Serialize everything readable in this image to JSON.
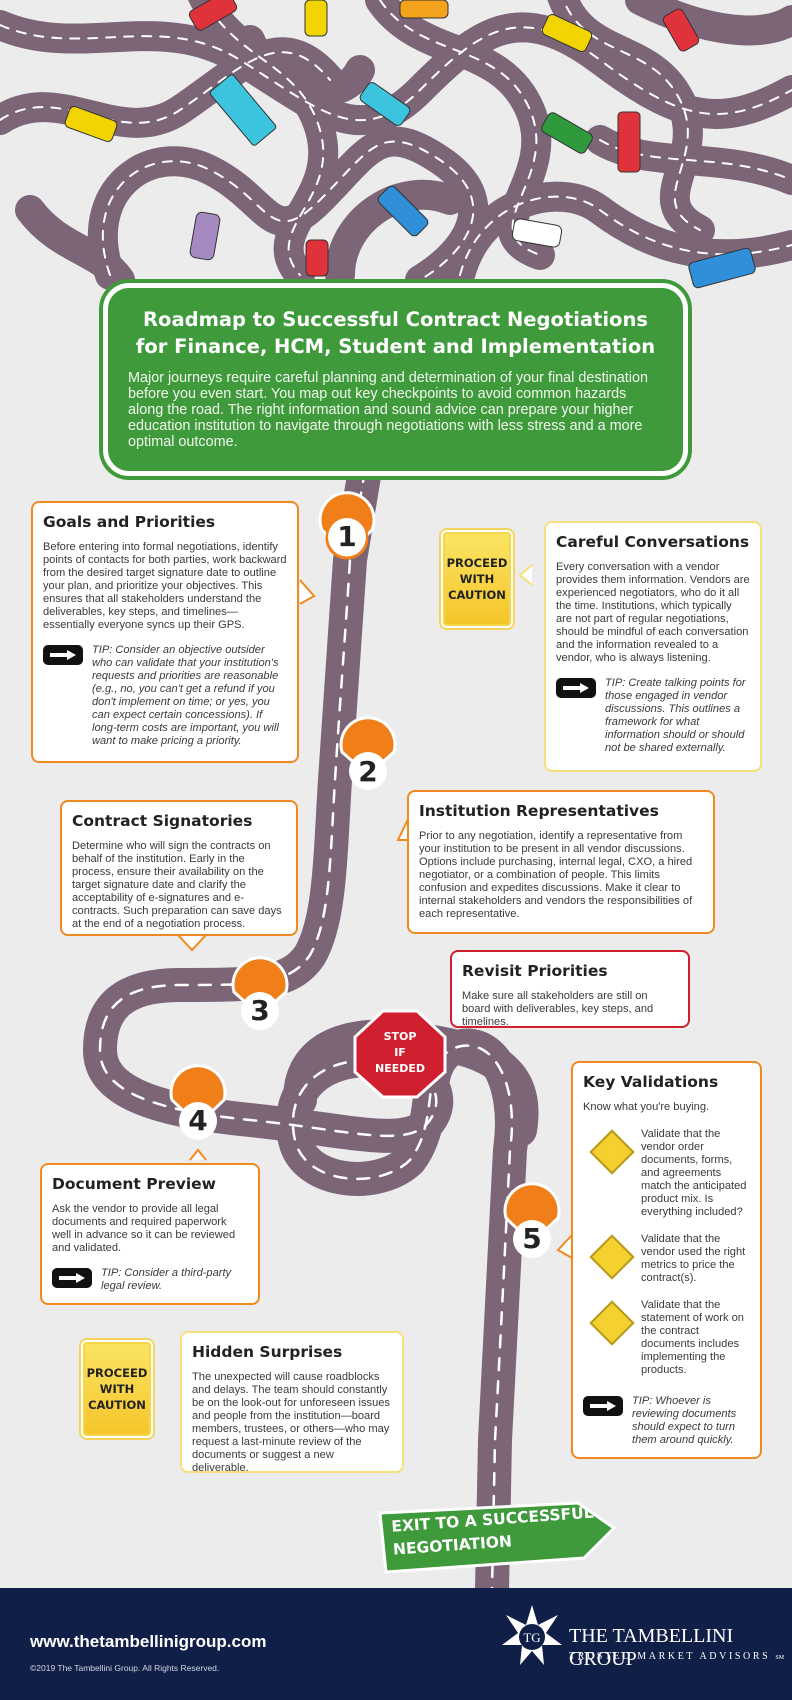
{
  "colors": {
    "road": "#7b6577",
    "header_green": "#3f9a3b",
    "callout_orange": "#f08a1e",
    "caution_yellow": "#f5d12f",
    "stop_red": "#d0202f",
    "footer_navy": "#0f1f47"
  },
  "header": {
    "title_line1": "Roadmap to Successful Contract Negotiations",
    "title_line2": "for Finance, HCM, Student and Implementation",
    "body": "Major journeys require careful planning and determination of your final destination before you even start. You map out key checkpoints to avoid common hazards along the road. The right information and sound advice can prepare your higher education institution to navigate through negotiations with less stress and a more optimal outcome."
  },
  "goals": {
    "title": "Goals and Priorities",
    "body": "Before entering into formal negotiations, identify points of contacts for both parties, work backward from the desired target signature date to outline your plan, and prioritize your objectives. This ensures that all stakeholders understand the deliverables, key steps, and timelines—essentially everyone syncs up their GPS.",
    "tip": "TIP: Consider an objective outsider who can validate that your institution's requests and priorities are reasonable (e.g., no, you can't get a refund if you don't implement on time; or yes, you can expect certain concessions). If long-term costs are important, you will want to make pricing a priority."
  },
  "careful": {
    "title": "Careful Conversations",
    "body": "Every conversation with a vendor provides them information. Vendors are experienced negotiators, who do it all the time. Institutions, which typically are not part of regular negotiations, should be mindful of each conversation and the information revealed to a vendor, who is always listening.",
    "tip": "TIP: Create talking points for those engaged in vendor discussions. This outlines a framework for what information should or should not be shared externally."
  },
  "caution_sign": {
    "line1": "PROCEED",
    "line2": "WITH",
    "line3": "CAUTION"
  },
  "signatories": {
    "title": "Contract Signatories",
    "body": "Determine who will sign the contracts on behalf of the institution. Early in the process, ensure their availability on the target signature date and clarify the acceptability of e-signatures and e-contracts. Such preparation can save days at the end of a negotiation process."
  },
  "representatives": {
    "title": "Institution Representatives",
    "body": "Prior to any negotiation, identify a representative from your institution to be present in all vendor discussions. Options include purchasing, internal legal, CXO, a hired negotiator, or a combination of people. This limits confusion and expedites discussions. Make it clear to internal stakeholders and vendors the responsibilities of each representative."
  },
  "revisit": {
    "title": "Revisit Priorities",
    "body": "Make sure all stakeholders are still on board with deliverables, key steps, and timelines."
  },
  "stop_sign": {
    "line1": "STOP",
    "line2": "IF",
    "line3": "NEEDED"
  },
  "validations": {
    "title": "Key Validations",
    "intro": "Know what you're buying.",
    "items": [
      "Validate that the vendor order documents, forms, and agreements match the anticipated product mix. Is everything included?",
      "Validate that the vendor used the right metrics to price the contract(s).",
      "Validate that the statement of work on the contract documents includes implementing the products."
    ],
    "tip": "TIP: Whoever is reviewing documents should expect to turn them around quickly."
  },
  "preview": {
    "title": "Document Preview",
    "body": "Ask the vendor to provide all legal documents and required paperwork well in advance so it can be reviewed and validated.",
    "tip": "TIP: Consider a third-party legal review."
  },
  "surprises": {
    "title": "Hidden Surprises",
    "body": "The unexpected will cause roadblocks and delays. The team should constantly be on the look-out for unforeseen issues and people from the institution—board members, trustees, or others—who may request a last-minute review of the documents or suggest a new deliverable."
  },
  "pins": [
    "1",
    "2",
    "3",
    "4",
    "5"
  ],
  "exit_sign": {
    "line1": "EXIT TO A SUCCESSFUL",
    "line2": "NEGOTIATION"
  },
  "footer": {
    "url": "www.thetambellinigroup.com",
    "copyright": "©2019 The Tambellini Group. All Rights Reserved.",
    "brand": "THE TAMBELLINI GROUP",
    "tagline": "TRUSTED MARKET ADVISORS",
    "tagline_mark": "SM",
    "logo_letters": "TG"
  }
}
